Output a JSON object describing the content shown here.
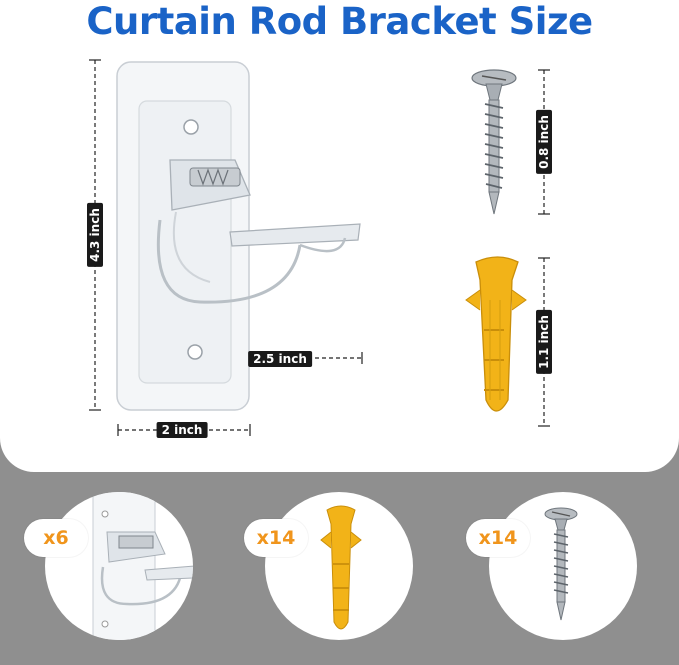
{
  "title": "Curtain Rod Bracket Size",
  "colors": {
    "title_blue": "#1a63c7",
    "badge_orange": "#f0951c",
    "anchor_yellow": "#f2b318",
    "panel_gray": "#8f8f8f"
  },
  "dimensions": {
    "bracket_height": "4.3 inch",
    "bracket_depth": "2.5 inch",
    "bracket_width": "2 inch",
    "screw_length": "0.8 inch",
    "anchor_length": "1.1 inch"
  },
  "quantities": {
    "brackets": "x6",
    "anchors": "x14",
    "screws": "x14"
  },
  "icons": [
    "bracket-icon",
    "screw-icon",
    "wall-anchor-icon"
  ]
}
